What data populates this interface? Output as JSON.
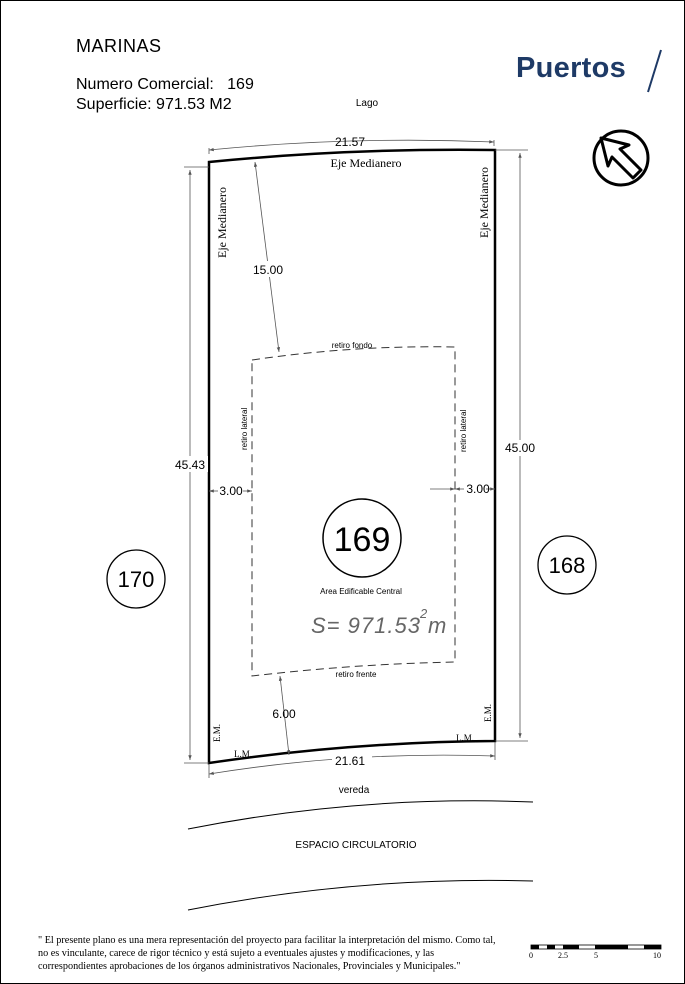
{
  "header": {
    "project": "MARINAS",
    "numero_label": "Numero Comercial:",
    "numero_value": "169",
    "superficie_label": "Superficie:",
    "superficie_value": "971.53 M2"
  },
  "brand": {
    "name": "Puertos",
    "color": "#1e3a66"
  },
  "north_arrow": {
    "icon": "north-arrow-icon"
  },
  "plan": {
    "top_label": "Lago",
    "top_dimension": "21.57",
    "bottom_dimension": "21.61",
    "left_dimension": "45.43",
    "right_dimension": "45.00",
    "top_border_label": "Eje Medianero",
    "left_border_label": "Eje Medianero",
    "right_border_label": "Eje Medianero",
    "rear_setback_value": "15.00",
    "front_setback_value": "6.00",
    "left_setback_value": "3.00",
    "right_setback_value": "3.00",
    "rear_setback_label": "retiro fondo",
    "front_setback_label": "retiro frente",
    "left_setback_label": "retiro lateral",
    "right_setback_label": "retiro lateral",
    "lot_number": "169",
    "buildable_label": "Area Edificable Central",
    "surface_text": "S= 971.53 m",
    "surface_exp": "2",
    "corner_left_em": "E.M.",
    "corner_left_lm": "L.M.",
    "corner_right_em": "E.M.",
    "corner_right_lm": "L.M.",
    "sidewalk_label": "vereda",
    "street_label": "ESPACIO CIRCULATORIO",
    "neighbor_left": "170",
    "neighbor_right": "168"
  },
  "scale_bar": {
    "ticks": [
      "0",
      "2.5",
      "5",
      "10"
    ]
  },
  "disclaimer": "\" El presente plano es una mera representación del proyecto para facilitar la interpretación del mismo. Como tal, no es vinculante, carece de rigor técnico y está sujeto a eventuales ajustes y modificaciones, y las correspondientes aprobaciones de los órganos administrativos Nacionales, Provinciales y Municipales.\""
}
